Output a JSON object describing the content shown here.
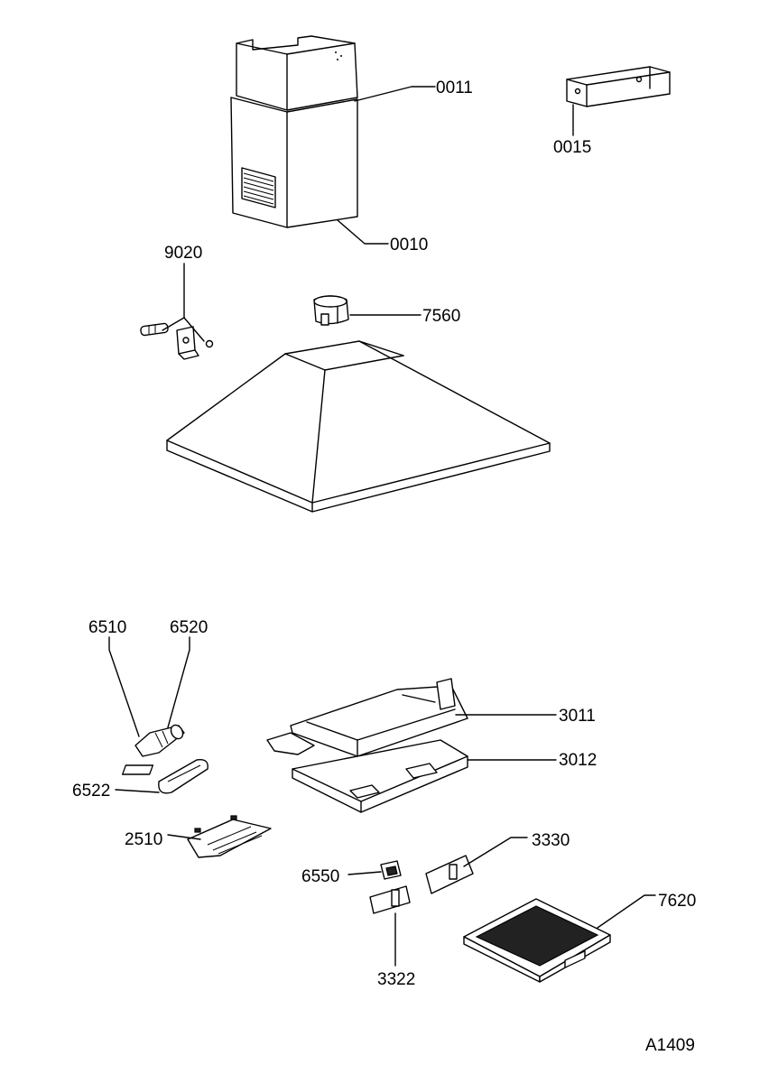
{
  "diagram": {
    "code": "A1409",
    "labels": {
      "p0011": "0011",
      "p0015": "0015",
      "p0010": "0010",
      "p9020": "9020",
      "p7560": "7560",
      "p6510": "6510",
      "p6520": "6520",
      "p3011": "3011",
      "p3012": "3012",
      "p6522": "6522",
      "p2510": "2510",
      "p3330": "3330",
      "p6550": "6550",
      "p7620": "7620",
      "p3322": "3322"
    }
  }
}
